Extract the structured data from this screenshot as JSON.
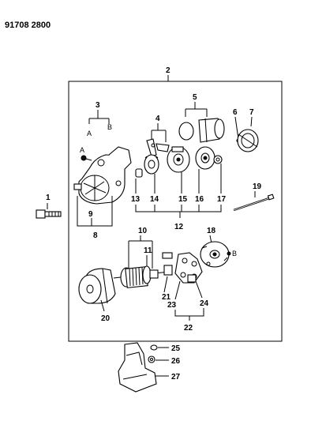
{
  "header": {
    "code": "91708 2800"
  },
  "callouts": {
    "c1": "1",
    "c2": "2",
    "c3": "3",
    "c4": "4",
    "c5": "5",
    "c6": "6",
    "c7": "7",
    "c8": "8",
    "c9": "9",
    "c10": "10",
    "c11": "11",
    "c12": "12",
    "c13": "13",
    "c14": "14",
    "c15": "15",
    "c16": "16",
    "c17": "17",
    "c18": "18",
    "c19": "19",
    "c20": "20",
    "c21": "21",
    "c22": "22",
    "c23": "23",
    "c24": "24",
    "c25": "25",
    "c26": "26",
    "c27": "27"
  },
  "sublabels": {
    "a_top": "A",
    "b_top": "B",
    "a_screw": "A",
    "b_holder": "B"
  }
}
